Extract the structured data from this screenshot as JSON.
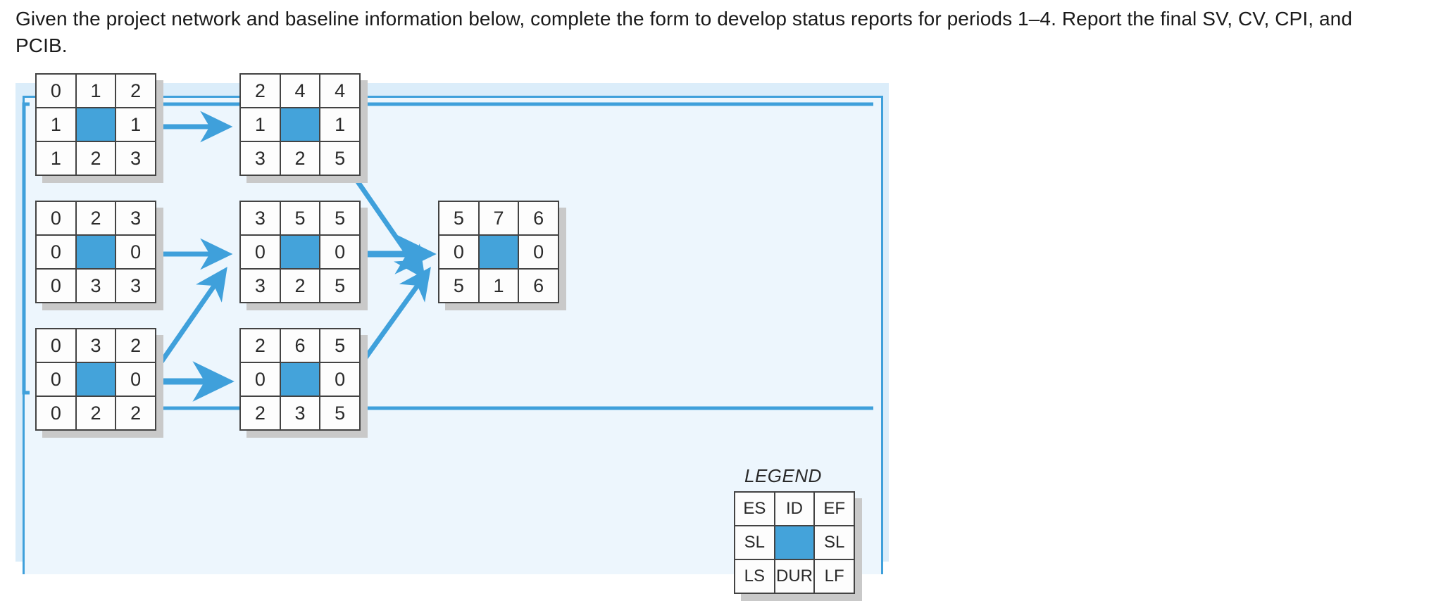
{
  "prompt": {
    "line1": "Given the project network and baseline information below, complete the form to develop status reports for periods 1–4. Report the",
    "line2": "final SV, CV, CPI, and PCIB."
  },
  "figure": {
    "legend_title": "LEGEND",
    "accent_color": "#44a3da",
    "panel_color": "#dbedfa",
    "inner_color": "#edf6fd",
    "border_color": "#3fa0db",
    "legend": {
      "es": "ES",
      "id": "ID",
      "ef": "EF",
      "sl_left": "SL",
      "sl_right": "SL",
      "ls": "LS",
      "dur": "DUR",
      "lf": "LF"
    },
    "nodes": [
      {
        "key": "node-a",
        "es": "0",
        "id": "1",
        "ef": "2",
        "sl_left": "1",
        "sl_right": "1",
        "ls": "1",
        "dur": "2",
        "lf": "3"
      },
      {
        "key": "node-b",
        "es": "2",
        "id": "4",
        "ef": "4",
        "sl_left": "1",
        "sl_right": "1",
        "ls": "3",
        "dur": "2",
        "lf": "5"
      },
      {
        "key": "node-c",
        "es": "0",
        "id": "2",
        "ef": "3",
        "sl_left": "0",
        "sl_right": "0",
        "ls": "0",
        "dur": "3",
        "lf": "3"
      },
      {
        "key": "node-d",
        "es": "3",
        "id": "5",
        "ef": "5",
        "sl_left": "0",
        "sl_right": "0",
        "ls": "3",
        "dur": "2",
        "lf": "5"
      },
      {
        "key": "node-e",
        "es": "5",
        "id": "7",
        "ef": "6",
        "sl_left": "0",
        "sl_right": "0",
        "ls": "5",
        "dur": "1",
        "lf": "6"
      },
      {
        "key": "node-f",
        "es": "0",
        "id": "3",
        "ef": "2",
        "sl_left": "0",
        "sl_right": "0",
        "ls": "0",
        "dur": "2",
        "lf": "2"
      },
      {
        "key": "node-g",
        "es": "2",
        "id": "6",
        "ef": "5",
        "sl_left": "0",
        "sl_right": "0",
        "ls": "2",
        "dur": "3",
        "lf": "5"
      }
    ]
  }
}
